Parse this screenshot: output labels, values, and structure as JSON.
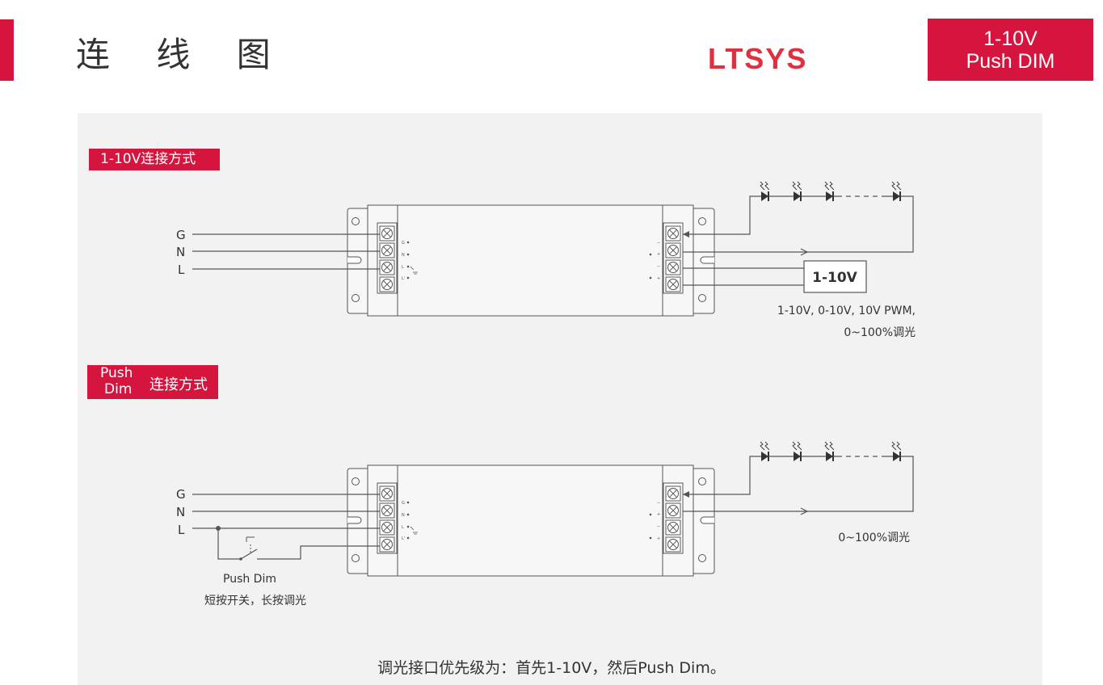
{
  "header": {
    "title": "连 线 图",
    "brand": "LTSYS",
    "badge_line1": "1-10V",
    "badge_line2": "Push DIM"
  },
  "section1": {
    "tag": "1-10V连接方式",
    "input_labels": [
      "G",
      "N",
      "L"
    ],
    "dimmer_label": "1-10V",
    "note_line1": "1-10V, 0-10V, 10V PWM,",
    "note_line2": "0~100%调光"
  },
  "section2": {
    "tag_line1": "Push",
    "tag_line2": "Dim",
    "tag_line3": "连接方式",
    "input_labels": [
      "G",
      "N",
      "L"
    ],
    "note": "0~100%调光",
    "switch_label1": "Push Dim",
    "switch_label2": "短按开关，长按调光"
  },
  "footer": {
    "note": "调光接口优先级为：首先1-10V，然后Push Dim。"
  },
  "colors": {
    "accent": "#d6153f",
    "panel": "#f2f2f3",
    "line": "#555555"
  }
}
